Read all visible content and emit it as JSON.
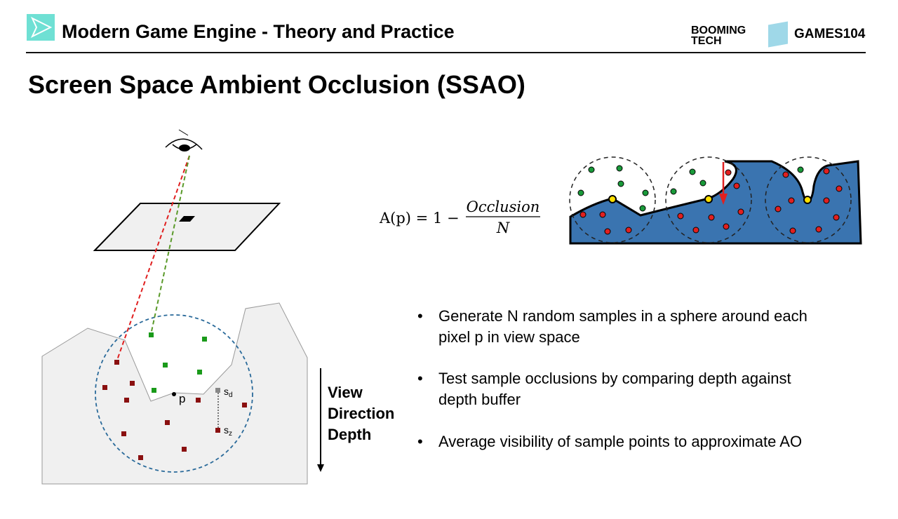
{
  "header": {
    "course_title": "Modern Game Engine - Theory and Practice",
    "brand_booming": "BOOMING TECH",
    "brand_games": "GAMES104"
  },
  "slide": {
    "title": "Screen Space Ambient Occlusion (SSAO)"
  },
  "formula": {
    "lhs": "A(p) = 1 −",
    "numerator": "Occlusion",
    "denominator": "N"
  },
  "diagram": {
    "point_label": "p",
    "sd_label": "s",
    "sd_sub": "d",
    "sz_label": "s",
    "sz_sub": "z",
    "axis_label_lines": [
      "View",
      "Direction",
      "Depth"
    ]
  },
  "bullets": [
    {
      "marker": "•",
      "line1": "Generate N random samples in a sphere around each",
      "line2": "pixel p in view space"
    },
    {
      "marker": "•",
      "line1": "Test sample occlusions by comparing depth against",
      "line2": "depth buffer"
    },
    {
      "marker": "•",
      "line1": "Average visibility of sample points to approximate AO",
      "line2": ""
    }
  ],
  "colors": {
    "accent": "#6fe0d4",
    "blue": "#3a74b0",
    "occluded": "#e02020",
    "visible": "#1a9a3a"
  }
}
